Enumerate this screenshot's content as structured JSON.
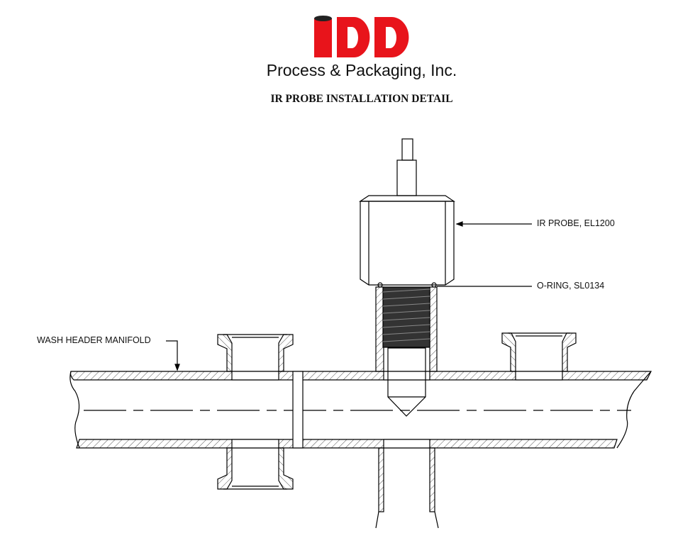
{
  "logo": {
    "mark": "IDD",
    "company": "Process & Packaging, Inc.",
    "brand_color": "#e8141b"
  },
  "title": "IR PROBE INSTALLATION DETAIL",
  "callouts": {
    "probe": "IR PROBE, EL1200",
    "oring": "O-RING, SL0134",
    "manifold": "WASH HEADER MANIFOLD"
  }
}
